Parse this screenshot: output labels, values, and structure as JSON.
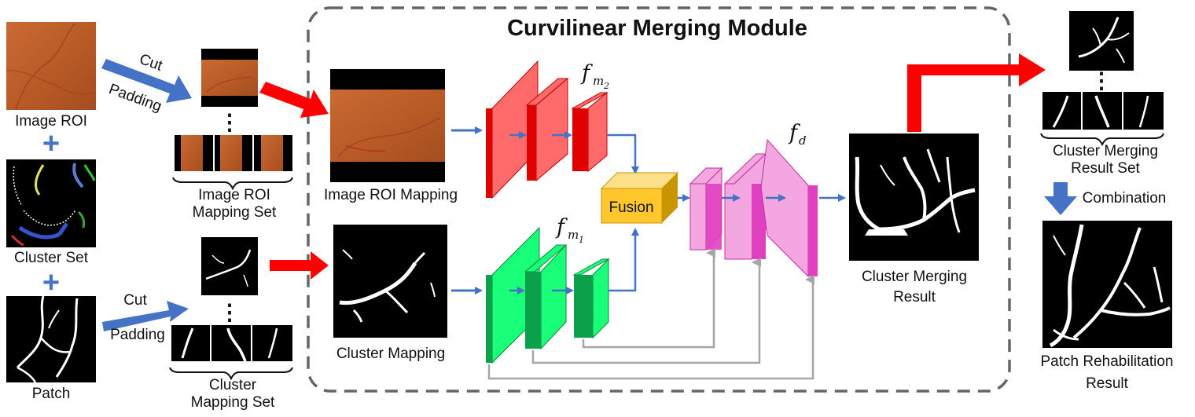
{
  "title": "Curvilinear Merging Module",
  "inputs": {
    "image_roi": "Image ROI",
    "cluster_set": "Cluster Set",
    "patch": "Patch",
    "plus": "+"
  },
  "ops": {
    "cut": "Cut",
    "padding": "Padding",
    "combination": "Combination"
  },
  "sets": {
    "image_roi_mapping_set_line1": "Image ROI",
    "image_roi_mapping_set_line2": "Mapping Set",
    "cluster_mapping_set_line1": "Cluster",
    "cluster_mapping_set_line2": "Mapping Set",
    "ellipsis": "⋮"
  },
  "module": {
    "image_roi_mapping": "Image ROI Mapping",
    "cluster_mapping": "Cluster Mapping",
    "fusion": "Fusion",
    "f_m2_base": "f",
    "f_m2_sub": "m",
    "f_m2_subsub": "2",
    "f_m1_base": "f",
    "f_m1_sub": "m",
    "f_m1_subsub": "1",
    "f_d_base": "f",
    "f_d_sub": "d"
  },
  "outputs": {
    "cluster_merging_result_line1": "Cluster Merging",
    "cluster_merging_result_line2": "Result",
    "cluster_merging_result_set_line1": "Cluster Merging",
    "cluster_merging_result_set_line2": "Result Set",
    "patch_rehab_line1": "Patch Rehabilitation",
    "patch_rehab_line2": "Result"
  },
  "colors": {
    "retina": "#c0622c",
    "retina_dark": "#9a4a1f",
    "vessel_red": "#c0302a",
    "arrow_blue": "#4472c4",
    "arrow_red": "#ff0000",
    "red_block_front": "#ff6b6b",
    "red_block_side": "#e00000",
    "green_block_front": "#19ff7a",
    "green_block_side": "#0aa14a",
    "pink_block_front": "#f4a6e0",
    "pink_block_side": "#e040c0",
    "fusion_front": "#ffc72c",
    "fusion_side": "#c99500",
    "skip_gray": "#a6a6a6",
    "dash_gray": "#666666"
  }
}
